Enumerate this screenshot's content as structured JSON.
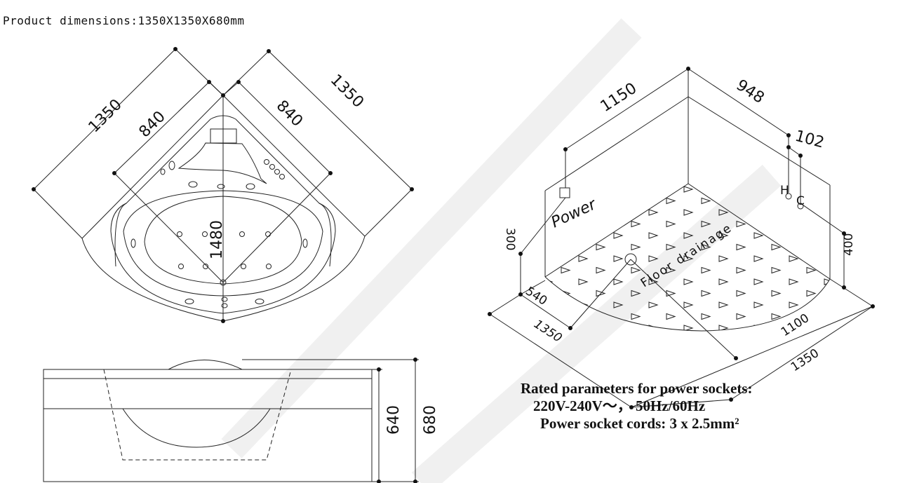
{
  "title": "Product dimensions:1350X1350X680mm",
  "plan_view": {
    "outer_left": "1350",
    "outer_right": "1350",
    "inner_left": "840",
    "inner_right": "840",
    "diagonal": "1480"
  },
  "elevation_view": {
    "inner_height": "640",
    "total_height": "680"
  },
  "iso_view": {
    "wall_left": "1150",
    "wall_right": "948",
    "hc_spacing": "102",
    "hot_label": "H",
    "cold_label": "C",
    "power_label": "Power",
    "power_height": "300",
    "water_height": "400",
    "drain_offset": "540",
    "drain_depth": "1100",
    "floor_left": "1350",
    "floor_right": "1350",
    "floor_label": "Floor drainage"
  },
  "params": {
    "heading": "Rated parameters for power sockets:",
    "voltage": "220V-240V～， 50Hz/60Hz",
    "cords": "Power socket cords: 3 x 2.5mm²"
  }
}
